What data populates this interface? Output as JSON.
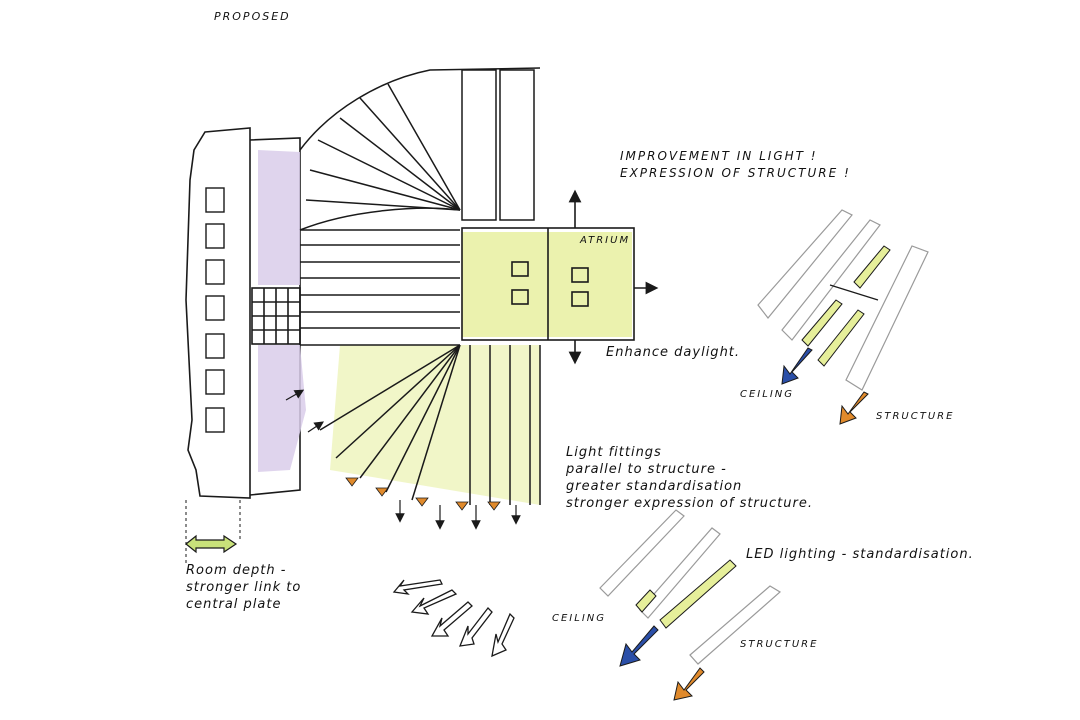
{
  "title": "PROPOSED",
  "annotations": {
    "improvement_line1": "IMPROVEMENT IN LIGHT !",
    "improvement_line2": "EXPRESSION OF STRUCTURE !",
    "atrium": "ATRIUM",
    "enhance_daylight": "Enhance daylight.",
    "fittings_line1": "Light fittings",
    "fittings_line2": "parallel to structure -",
    "fittings_line3": "greater standardisation",
    "fittings_line4": "stronger expression of structure.",
    "led_lighting": "LED lighting - standardisation.",
    "room_depth_line1": "Room depth -",
    "room_depth_line2": "stronger link to",
    "room_depth_line3": "central plate",
    "ceiling_label_1": "CEILING",
    "structure_label_1": "STRUCTURE",
    "ceiling_label_2": "CEILING",
    "structure_label_2": "STRUCTURE"
  },
  "colors": {
    "ink": "#1a1a1a",
    "lavender": "#d9cdea",
    "yellow_green": "#e6ef9a",
    "arrow_lime": "#c9e27a",
    "arrow_blue": "#2b4fa8",
    "arrow_orange": "#e08a2c",
    "pencil_grey": "#9a9a9a"
  }
}
